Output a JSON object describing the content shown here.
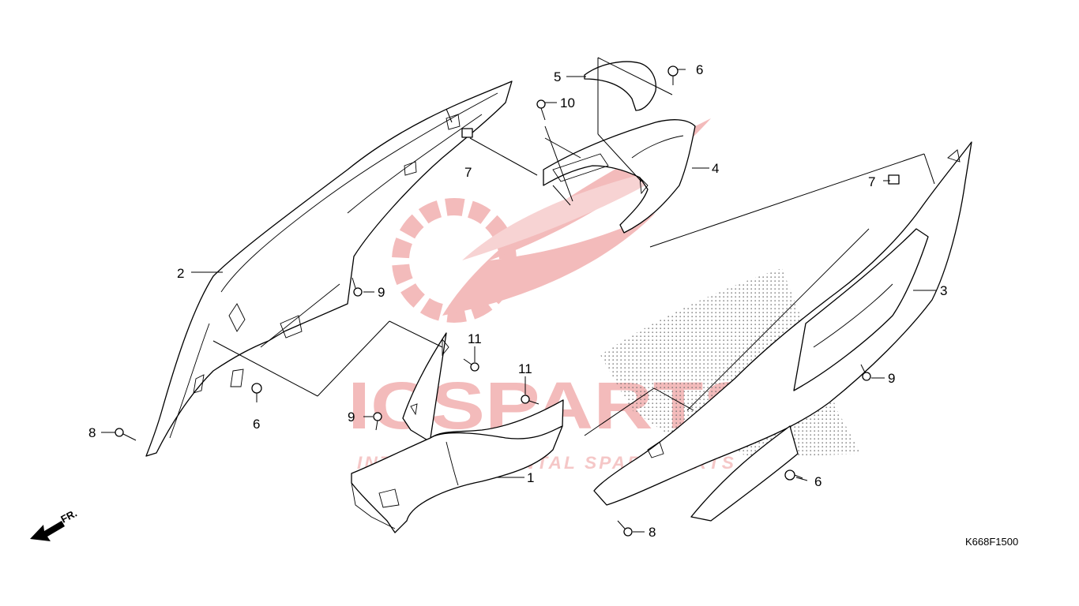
{
  "diagram": {
    "drawing_code": "K668F1500",
    "direction_label": "FR.",
    "watermark": {
      "brand": "ICSPARTS",
      "tagline": "INTERCONTINENTAL SPARE PARTS",
      "color": "#f2b4b4"
    },
    "callouts": [
      {
        "id": "c1",
        "label": "1"
      },
      {
        "id": "c2",
        "label": "2"
      },
      {
        "id": "c3",
        "label": "3"
      },
      {
        "id": "c4",
        "label": "4"
      },
      {
        "id": "c5",
        "label": "5"
      },
      {
        "id": "c6a",
        "label": "6"
      },
      {
        "id": "c6b",
        "label": "6"
      },
      {
        "id": "c6c",
        "label": "6"
      },
      {
        "id": "c7a",
        "label": "7"
      },
      {
        "id": "c7b",
        "label": "7"
      },
      {
        "id": "c8a",
        "label": "8"
      },
      {
        "id": "c8b",
        "label": "8"
      },
      {
        "id": "c9a",
        "label": "9"
      },
      {
        "id": "c9b",
        "label": "9"
      },
      {
        "id": "c9c",
        "label": "9"
      },
      {
        "id": "c10",
        "label": "10"
      },
      {
        "id": "c11a",
        "label": "11"
      },
      {
        "id": "c11b",
        "label": "11"
      }
    ]
  }
}
